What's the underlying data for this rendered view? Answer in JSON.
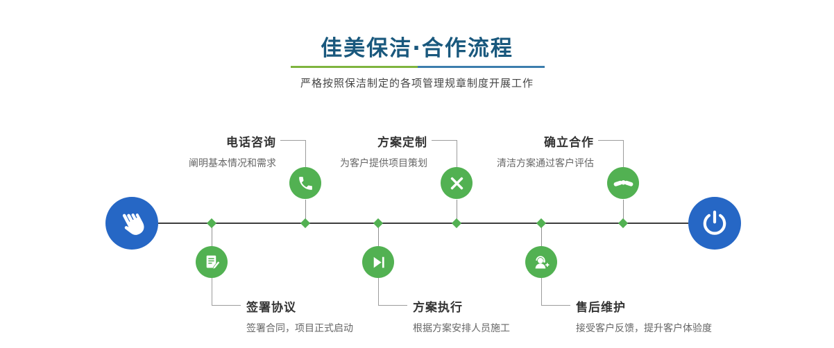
{
  "header": {
    "title": "佳美保洁·合作流程",
    "subtitle": "严格按照保洁制定的各项管理规章制度开展工作"
  },
  "colors": {
    "title_color": "#19587d",
    "accent_blue": "#2667c5",
    "accent_green": "#52b152",
    "divider_green": "#7eb43e",
    "divider_blue": "#3b7dad",
    "timeline_line": "#3c3c3c"
  },
  "timeline": {
    "start_icon": "pointing-hand-icon",
    "end_icon": "power-icon"
  },
  "steps": [
    {
      "title": "电话咨询",
      "description": "阐明基本情况和需求",
      "icon": "phone-icon",
      "position": "above"
    },
    {
      "title": "签署协议",
      "description": "签署合同，项目正式启动",
      "icon": "contract-icon",
      "position": "below"
    },
    {
      "title": "方案定制",
      "description": "为客户提供项目策划",
      "icon": "design-tools-icon",
      "position": "above"
    },
    {
      "title": "方案执行",
      "description": "根据方案安排人员施工",
      "icon": "execute-icon",
      "position": "below"
    },
    {
      "title": "确立合作",
      "description": "清洁方案通过客户评估",
      "icon": "handshake-icon",
      "position": "above"
    },
    {
      "title": "售后维护",
      "description": "接受客户反馈，提升客户体验度",
      "icon": "customer-service-icon",
      "position": "below"
    }
  ]
}
